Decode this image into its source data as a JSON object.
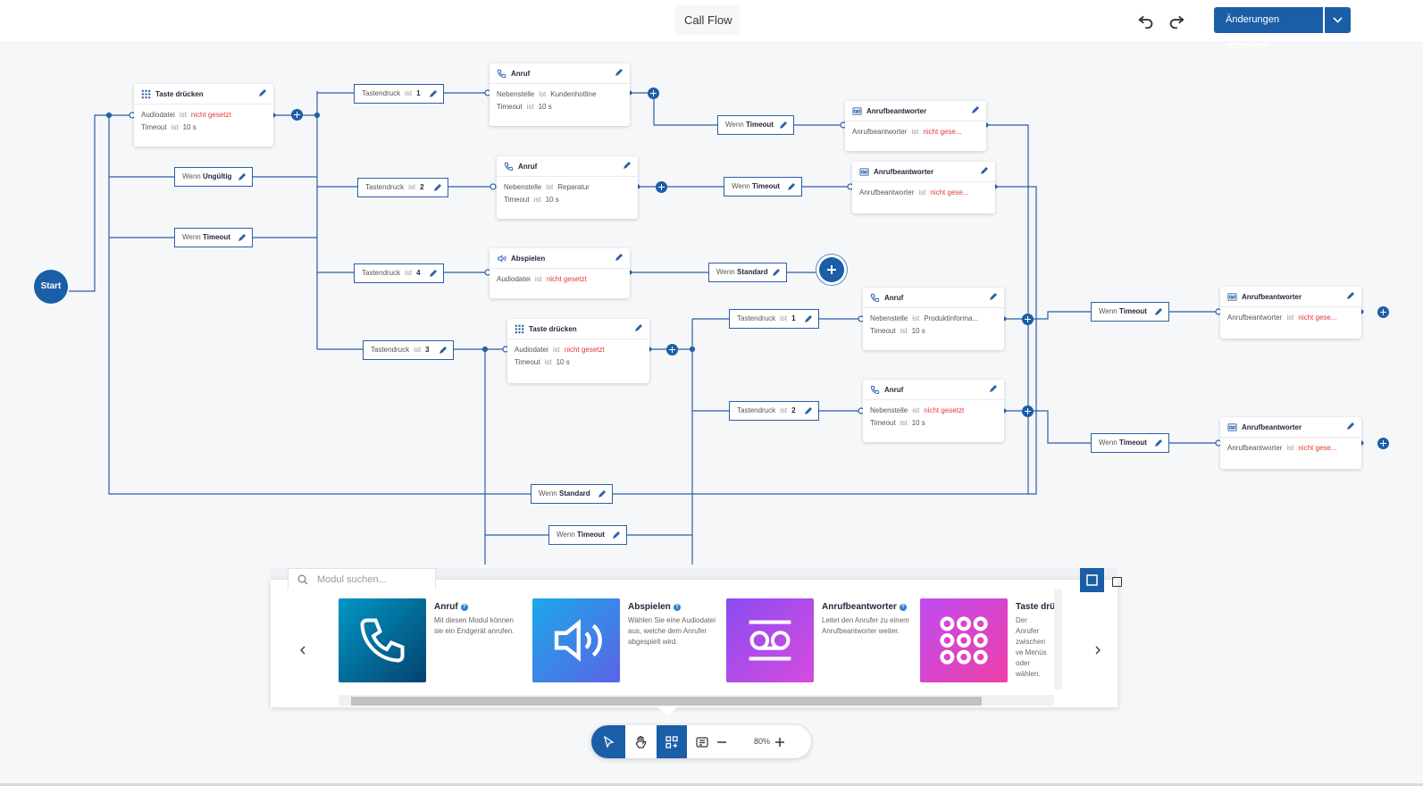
{
  "header": {
    "title": "Call Flow",
    "save_label": "Änderungen speichern"
  },
  "start_label": "Start",
  "nodes": {
    "n1": {
      "title": "Taste drücken",
      "rows": [
        [
          "Audiodatei",
          "ist",
          "nicht gesetzt"
        ],
        [
          "Timeout",
          "ist",
          "10 s"
        ]
      ]
    },
    "n2": {
      "title": "Anruf",
      "rows": [
        [
          "Nebenstelle",
          "ist",
          "Kundenhotline"
        ],
        [
          "Timeout",
          "ist",
          "10 s"
        ]
      ]
    },
    "n3": {
      "title": "Anruf",
      "rows": [
        [
          "Nebenstelle",
          "ist",
          "Reparatur"
        ],
        [
          "Timeout",
          "ist",
          "10 s"
        ]
      ]
    },
    "n4": {
      "title": "Abspielen",
      "rows": [
        [
          "Audiodatei",
          "ist",
          "nicht gesetzt"
        ]
      ]
    },
    "n5": {
      "title": "Taste drücken",
      "rows": [
        [
          "Audiodatei",
          "ist",
          "nicht gesetzt"
        ],
        [
          "Timeout",
          "ist",
          "10 s"
        ]
      ]
    },
    "n6": {
      "title": "Anrufbeantworter",
      "rows": [
        [
          "Anrufbeantworter",
          "ist",
          "nicht gese..."
        ]
      ]
    },
    "n7": {
      "title": "Anrufbeantworter",
      "rows": [
        [
          "Anrufbeantworter",
          "ist",
          "nicht gese..."
        ]
      ]
    },
    "n8": {
      "title": "Anruf",
      "rows": [
        [
          "Nebenstelle",
          "ist",
          "Produktinforma..."
        ],
        [
          "Timeout",
          "ist",
          "10 s"
        ]
      ]
    },
    "n9": {
      "title": "Anruf",
      "rows": [
        [
          "Nebenstelle",
          "ist",
          "nicht gesetzt"
        ],
        [
          "Timeout",
          "ist",
          "10 s"
        ]
      ]
    },
    "n10": {
      "title": "Anrufbeantworter",
      "rows": [
        [
          "Anrufbeantworter",
          "ist",
          "nicht gese..."
        ]
      ]
    },
    "n11": {
      "title": "Anrufbeantworter",
      "rows": [
        [
          "Anrufbeantworter",
          "ist",
          "nicht gese..."
        ]
      ]
    }
  },
  "conditions": {
    "c1": {
      "pre": "Tastendruck",
      "op": "ist",
      "val": "1"
    },
    "c2": {
      "pre": "Tastendruck",
      "op": "ist",
      "val": "2"
    },
    "c3": {
      "pre": "Tastendruck",
      "op": "ist",
      "val": "4"
    },
    "c4": {
      "pre": "Tastendruck",
      "op": "ist",
      "val": "3"
    },
    "c5": {
      "pre": "Wenn",
      "val": "Ungültig"
    },
    "c6": {
      "pre": "Wenn",
      "val": "Timeout"
    },
    "c7": {
      "pre": "Wenn",
      "val": "Timeout"
    },
    "c8": {
      "pre": "Wenn",
      "val": "Timeout"
    },
    "c9": {
      "pre": "Wenn",
      "val": "Standard"
    },
    "c10": {
      "pre": "Tastendruck",
      "op": "ist",
      "val": "1"
    },
    "c11": {
      "pre": "Tastendruck",
      "op": "ist",
      "val": "2"
    },
    "c12": {
      "pre": "Wenn",
      "val": "Timeout"
    },
    "c13": {
      "pre": "Wenn",
      "val": "Timeout"
    },
    "c14": {
      "pre": "Wenn",
      "val": "Standard"
    },
    "c15": {
      "pre": "Wenn",
      "val": "Timeout"
    }
  },
  "module_panel": {
    "search_placeholder": "Modul suchen...",
    "cards": [
      {
        "name": "Anruf",
        "desc": "Mit diesen Modul können sie ein Endgerät anrufen.",
        "color_from": "#0097c4",
        "color_to": "#05426f",
        "icon": "phone-icon"
      },
      {
        "name": "Abspielen",
        "desc": "Wählen Sie eine Audiodatei aus, welche dem Anrufer abgespielt wird.",
        "color_from": "#1ba8e8",
        "color_to": "#5b63e6",
        "icon": "speaker-icon"
      },
      {
        "name": "Anrufbeantworter",
        "desc": "Leitet den Anrufer zu einem Anrufbeantworter weiter.",
        "color_from": "#8a4cf0",
        "color_to": "#d64be0",
        "icon": "voicemail-icon"
      },
      {
        "name": "Taste drüc",
        "desc": "Der Anrufer zwischen ve Menüs oder wählen.",
        "color_from": "#c04cf0",
        "color_to": "#ee3fa8",
        "icon": "keypad-icon"
      }
    ]
  },
  "toolbar": {
    "zoom": "80%"
  },
  "colors": {
    "accent": "#1b5ea8",
    "error": "#e53935"
  }
}
